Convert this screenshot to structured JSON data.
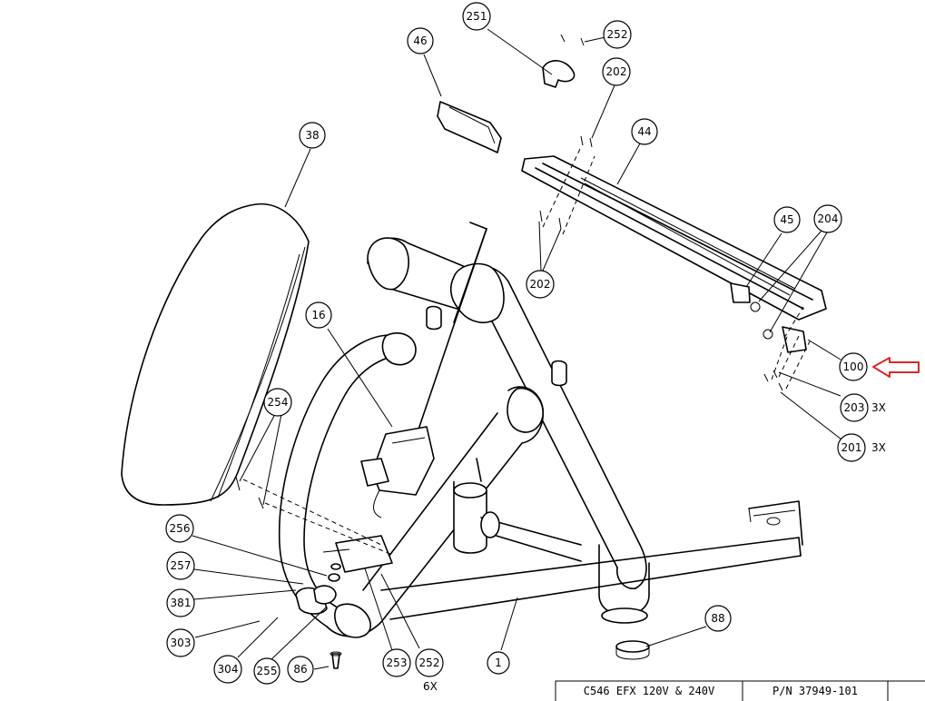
{
  "callouts": [
    {
      "label": "251"
    },
    {
      "label": "252"
    },
    {
      "label": "46"
    },
    {
      "label": "202"
    },
    {
      "label": "44"
    },
    {
      "label": "38"
    },
    {
      "label": "45"
    },
    {
      "label": "204"
    },
    {
      "label": "202"
    },
    {
      "label": "16"
    },
    {
      "label": "100"
    },
    {
      "label": "203"
    },
    {
      "label": "201"
    },
    {
      "label": "254"
    },
    {
      "label": "256"
    },
    {
      "label": "257"
    },
    {
      "label": "381"
    },
    {
      "label": "303"
    },
    {
      "label": "304"
    },
    {
      "label": "255"
    },
    {
      "label": "86"
    },
    {
      "label": "253"
    },
    {
      "label": "252"
    },
    {
      "label": "1"
    },
    {
      "label": "88"
    }
  ],
  "quantities": {
    "q203": "3X",
    "q201": "3X",
    "q252": "6X"
  },
  "title_block": {
    "model": "C546 EFX 120V & 240V",
    "part_number": "P/N 37949-101"
  },
  "colors": {
    "line": "#000000",
    "highlight_arrow": "#d62a2a",
    "background": "#ffffff"
  }
}
